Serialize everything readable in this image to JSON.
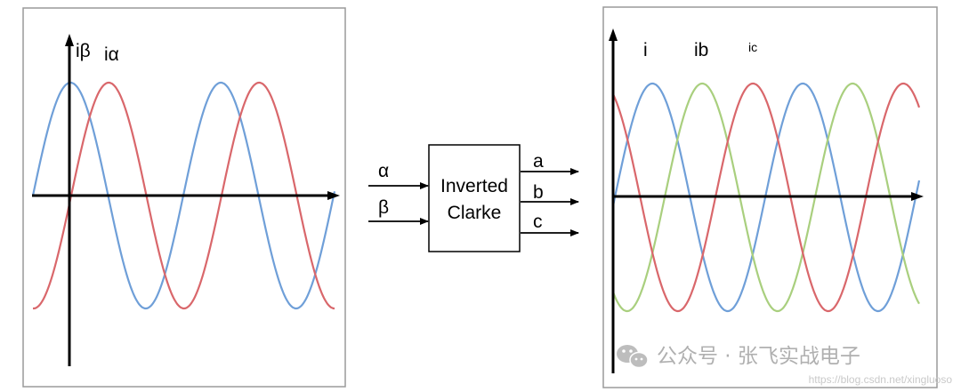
{
  "left_plot": {
    "labels": {
      "beta": "iβ",
      "alpha": "iα"
    },
    "colors": {
      "beta": "#6f9fd8",
      "alpha": "#d9676b"
    }
  },
  "block": {
    "title_line1": "Inverted",
    "title_line2": "Clarke",
    "inputs": [
      "α",
      "β"
    ],
    "outputs": [
      "a",
      "b",
      "c"
    ]
  },
  "right_plot": {
    "labels": {
      "a": "i",
      "b": "ib",
      "c": "ic"
    },
    "colors": {
      "a": "#6f9fd8",
      "b": "#a9cf7e",
      "c": "#d9676b"
    }
  },
  "watermark": {
    "text": "公众号 · 张飞实战电子",
    "icon": "wechat-icon",
    "url": "https://blog.csdn.net/xingluoso"
  }
}
